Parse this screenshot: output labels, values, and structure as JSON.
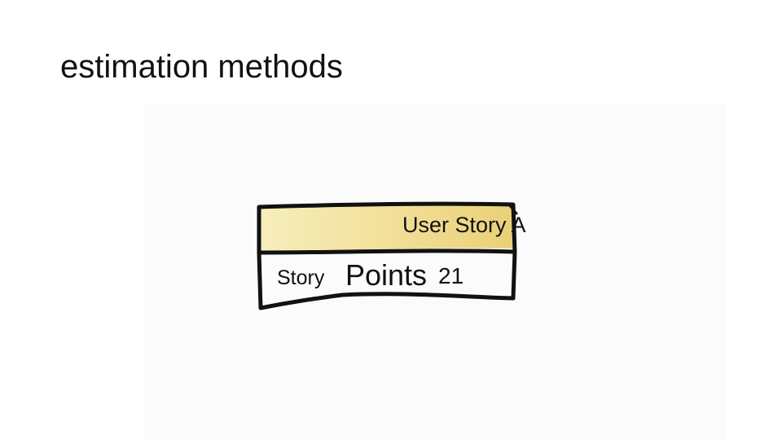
{
  "slide": {
    "title": "estimation methods"
  },
  "card": {
    "story_title": "User Story A",
    "points_word_1": "Story",
    "points_word_2": "Points",
    "points_value": "21",
    "header_color": "#f3e3a0",
    "outline_color": "#111111"
  }
}
